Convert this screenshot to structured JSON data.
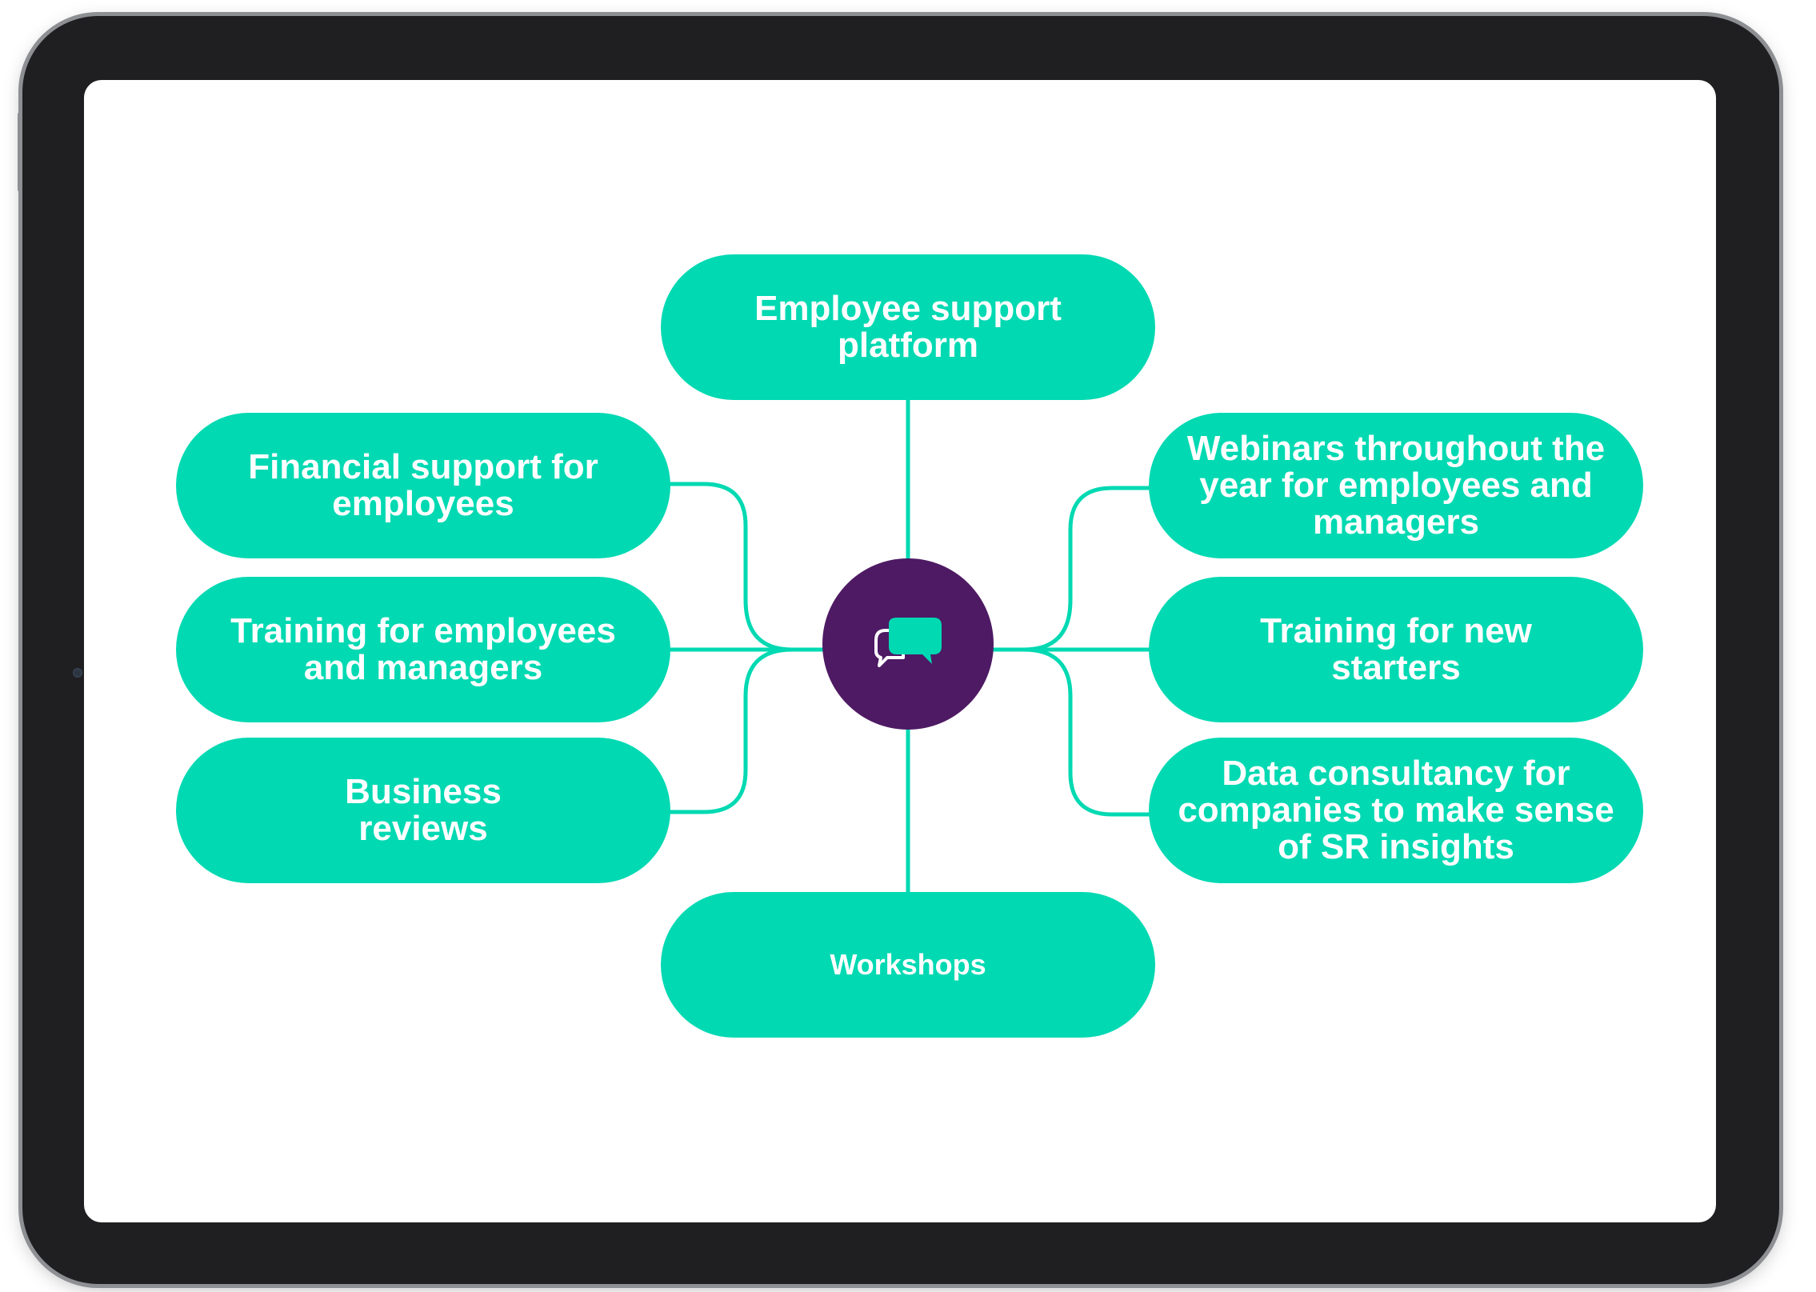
{
  "diagram": {
    "hub": {
      "icon": "chat-bubbles-icon"
    },
    "nodes": [
      {
        "id": "top",
        "label": "Employee support platform"
      },
      {
        "id": "left-1",
        "label": "Financial support for employees"
      },
      {
        "id": "left-2",
        "label": "Training for employees and managers"
      },
      {
        "id": "left-3",
        "label": "Business reviews"
      },
      {
        "id": "right-1",
        "label": "Webinars throughout the year for employees and managers"
      },
      {
        "id": "right-2",
        "label": "Training for new starters"
      },
      {
        "id": "right-3",
        "label": "Data consultancy for companies to make sense of SR insights"
      },
      {
        "id": "bottom",
        "label": "Workshops"
      }
    ]
  },
  "colors": {
    "node_fill": "#00d9b2",
    "hub_fill": "#4e1a64",
    "connector": "#00d9b2",
    "node_text": "#ffffff",
    "device_frame": "#1f1f21"
  }
}
